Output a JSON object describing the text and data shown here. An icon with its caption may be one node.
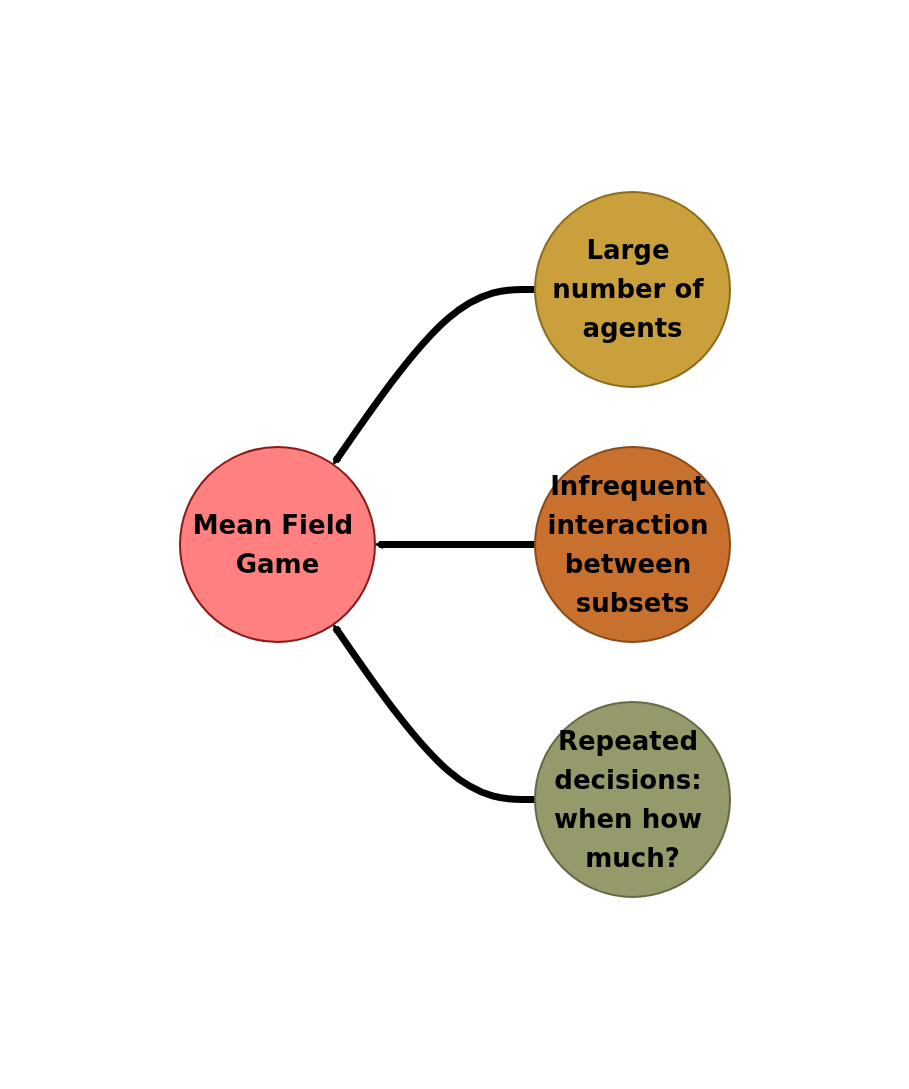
{
  "diagram": {
    "nodes": [
      {
        "text": [
          "Mean Field Game"
        ]
      },
      {
        "text": [
          "Large number of agents"
        ]
      },
      {
        "text": [
          "Infrequent interaction between subsets"
        ]
      },
      {
        "text": [
          "Repeated decisions: when how much?"
        ]
      }
    ],
    "edges": [
      {
        "from": 1,
        "to": 0,
        "arrow": "to"
      },
      {
        "from": 2,
        "to": 0,
        "arrow": "to"
      },
      {
        "from": 3,
        "to": 0,
        "arrow": "to"
      }
    ]
  }
}
